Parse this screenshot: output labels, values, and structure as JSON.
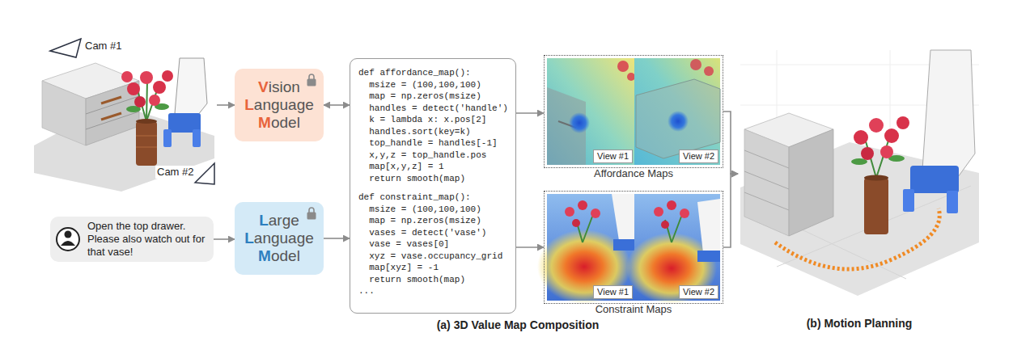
{
  "diagram": {
    "nodes": [
      {
        "text": [
          "Cam #1",
          "Cam #2"
        ]
      },
      {
        "text": [
          "Vision Language Model"
        ]
      },
      {
        "text": [
          "Open the top drawer. Please also watch out for that vase!"
        ]
      },
      {
        "text": [
          "Large Language Model"
        ]
      },
      {
        "text": [
          "def affordance_map():",
          "  msize = (100,100,100)",
          "  map = np.zeros(msize)",
          "  handles = detect('handle')",
          "  k = lambda x: x.pos[2]",
          "  handles.sort(key=k)",
          "  top_handle = handles[-1]",
          "  x,y,z = top_handle.pos",
          "  map[x,y,z] = 1",
          "  return smooth(map)",
          "def constraint_map():",
          "  msize = (100,100,100)",
          "  map = np.zeros(msize)",
          "  vases = detect('vase')",
          "  vase = vases[0]",
          "  xyz = vase.occupancy_grid",
          "  map[xyz] = -1",
          "  return smooth(map)",
          "..."
        ]
      },
      {
        "text": [
          "Affordance Maps"
        ]
      },
      {
        "text": [
          "View #1"
        ],
        "in": 5
      },
      {
        "text": [
          "View #2"
        ],
        "in": 5
      },
      {
        "text": [
          "Constraint Maps"
        ]
      },
      {
        "text": [
          "View #1"
        ],
        "in": 8
      },
      {
        "text": [
          "View #2"
        ],
        "in": 8
      },
      {
        "text": [
          "(b) Motion Planning"
        ]
      }
    ],
    "edges": [
      {
        "from": 0,
        "to": 1,
        "arrow": "to"
      },
      {
        "from": 2,
        "to": 3,
        "arrow": "to"
      },
      {
        "from": 1,
        "to": 4,
        "arrow": "both"
      },
      {
        "from": 3,
        "to": 4,
        "arrow": "to"
      },
      {
        "from": 4,
        "to": 5,
        "arrow": "to"
      },
      {
        "from": 4,
        "to": 8,
        "arrow": "to"
      },
      {
        "from": 5,
        "to": 11,
        "arrow": "to"
      },
      {
        "from": 8,
        "to": 11,
        "arrow": "to"
      }
    ],
    "labels": [
      "(a) 3D Value Map Composition"
    ]
  }
}
